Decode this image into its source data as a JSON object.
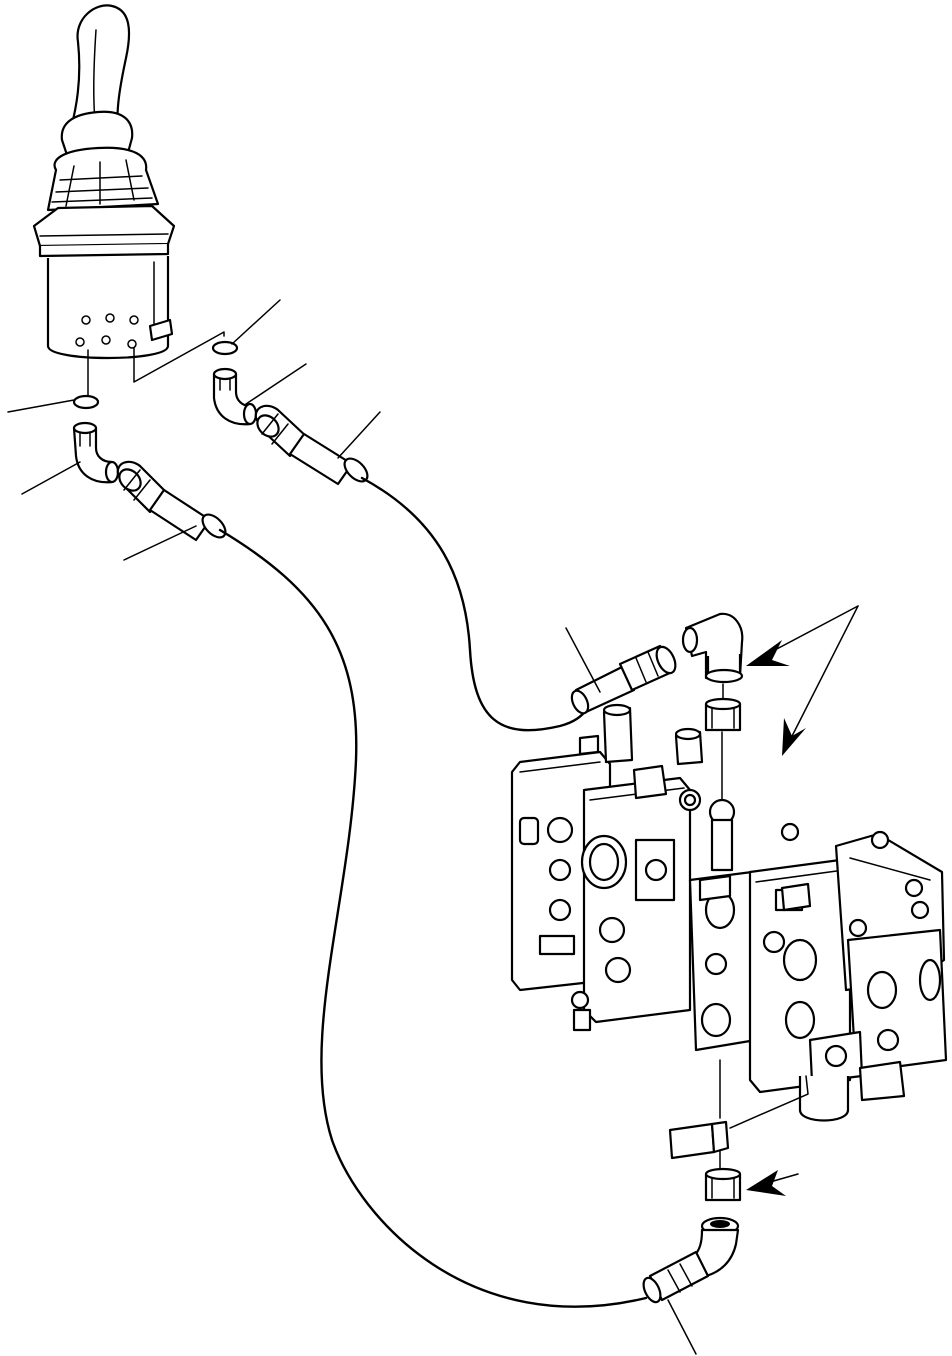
{
  "diagram": {
    "parts": [
      {
        "id": "joystick",
        "icon": "joystick-lever-icon"
      },
      {
        "id": "o-ring-left",
        "icon": "o-ring-icon"
      },
      {
        "id": "elbow-left",
        "icon": "elbow-fitting-icon"
      },
      {
        "id": "hose-left",
        "icon": "hydraulic-hose-icon"
      },
      {
        "id": "o-ring-right",
        "icon": "o-ring-icon"
      },
      {
        "id": "elbow-right",
        "icon": "elbow-fitting-icon"
      },
      {
        "id": "hose-right",
        "icon": "hydraulic-hose-icon"
      },
      {
        "id": "control-valve",
        "icon": "control-valve-block-icon"
      },
      {
        "id": "valve-elbow-upper",
        "icon": "elbow-fitting-icon"
      },
      {
        "id": "valve-adapter-upper",
        "icon": "adapter-fitting-icon"
      },
      {
        "id": "valve-adapter-lower",
        "icon": "adapter-fitting-icon"
      },
      {
        "id": "valve-elbow-lower",
        "icon": "elbow-fitting-icon"
      },
      {
        "id": "electrical-connector",
        "icon": "connector-icon"
      }
    ]
  }
}
